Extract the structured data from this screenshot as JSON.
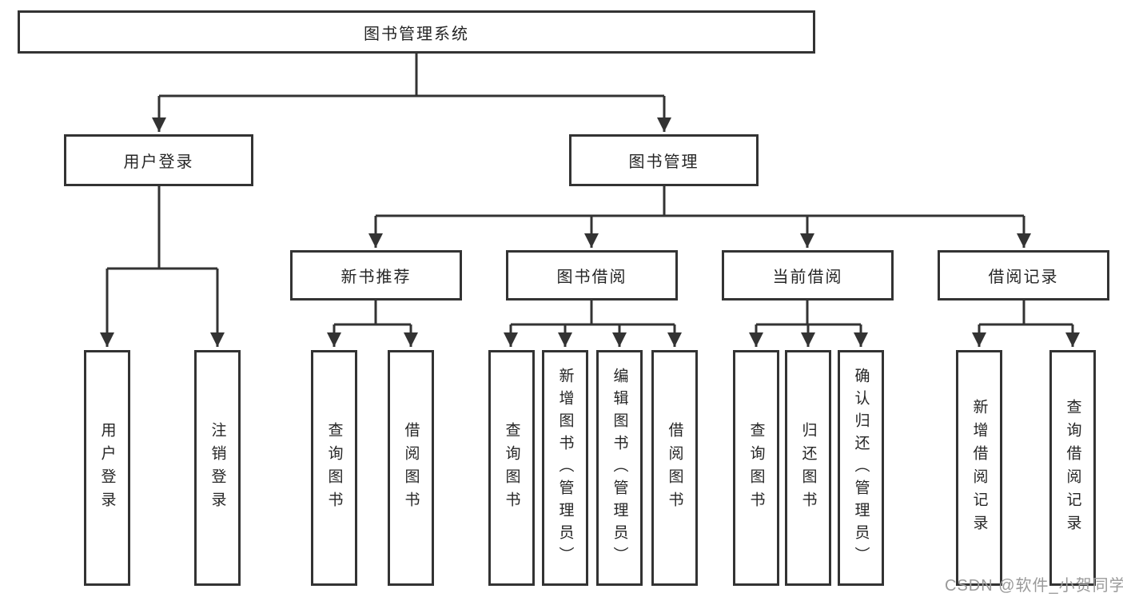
{
  "diagram": {
    "colors": {
      "line": "#333333",
      "text": "#262626",
      "background": "#ffffff",
      "watermark_color": "#9a9a9a"
    },
    "watermark": "CSDN @软件_小贺同学",
    "nodes": {
      "root": {
        "label": "图书管理系统"
      },
      "user_login": {
        "label": "用户登录"
      },
      "book_mgmt": {
        "label": "图书管理"
      },
      "login": {
        "label": "用户登录"
      },
      "logout": {
        "label": "注销登录"
      },
      "new_book_rec": {
        "label": "新书推荐"
      },
      "book_borrow": {
        "label": "图书借阅"
      },
      "current_borrow": {
        "label": "当前借阅"
      },
      "borrow_record": {
        "label": "借阅记录"
      },
      "nb_query": {
        "label": "查询图书"
      },
      "nb_borrow": {
        "label": "借阅图书"
      },
      "bb_query": {
        "label": "查询图书"
      },
      "bb_add": {
        "label": "新增图书（管理员）"
      },
      "bb_edit": {
        "label": "编辑图书（管理员）"
      },
      "bb_borrow": {
        "label": "借阅图书"
      },
      "cb_query": {
        "label": "查询图书"
      },
      "cb_return": {
        "label": "归还图书"
      },
      "cb_confirm": {
        "label": "确认归还（管理员）"
      },
      "br_add": {
        "label": "新增借阅记录"
      },
      "br_query": {
        "label": "查询借阅记录"
      }
    }
  }
}
